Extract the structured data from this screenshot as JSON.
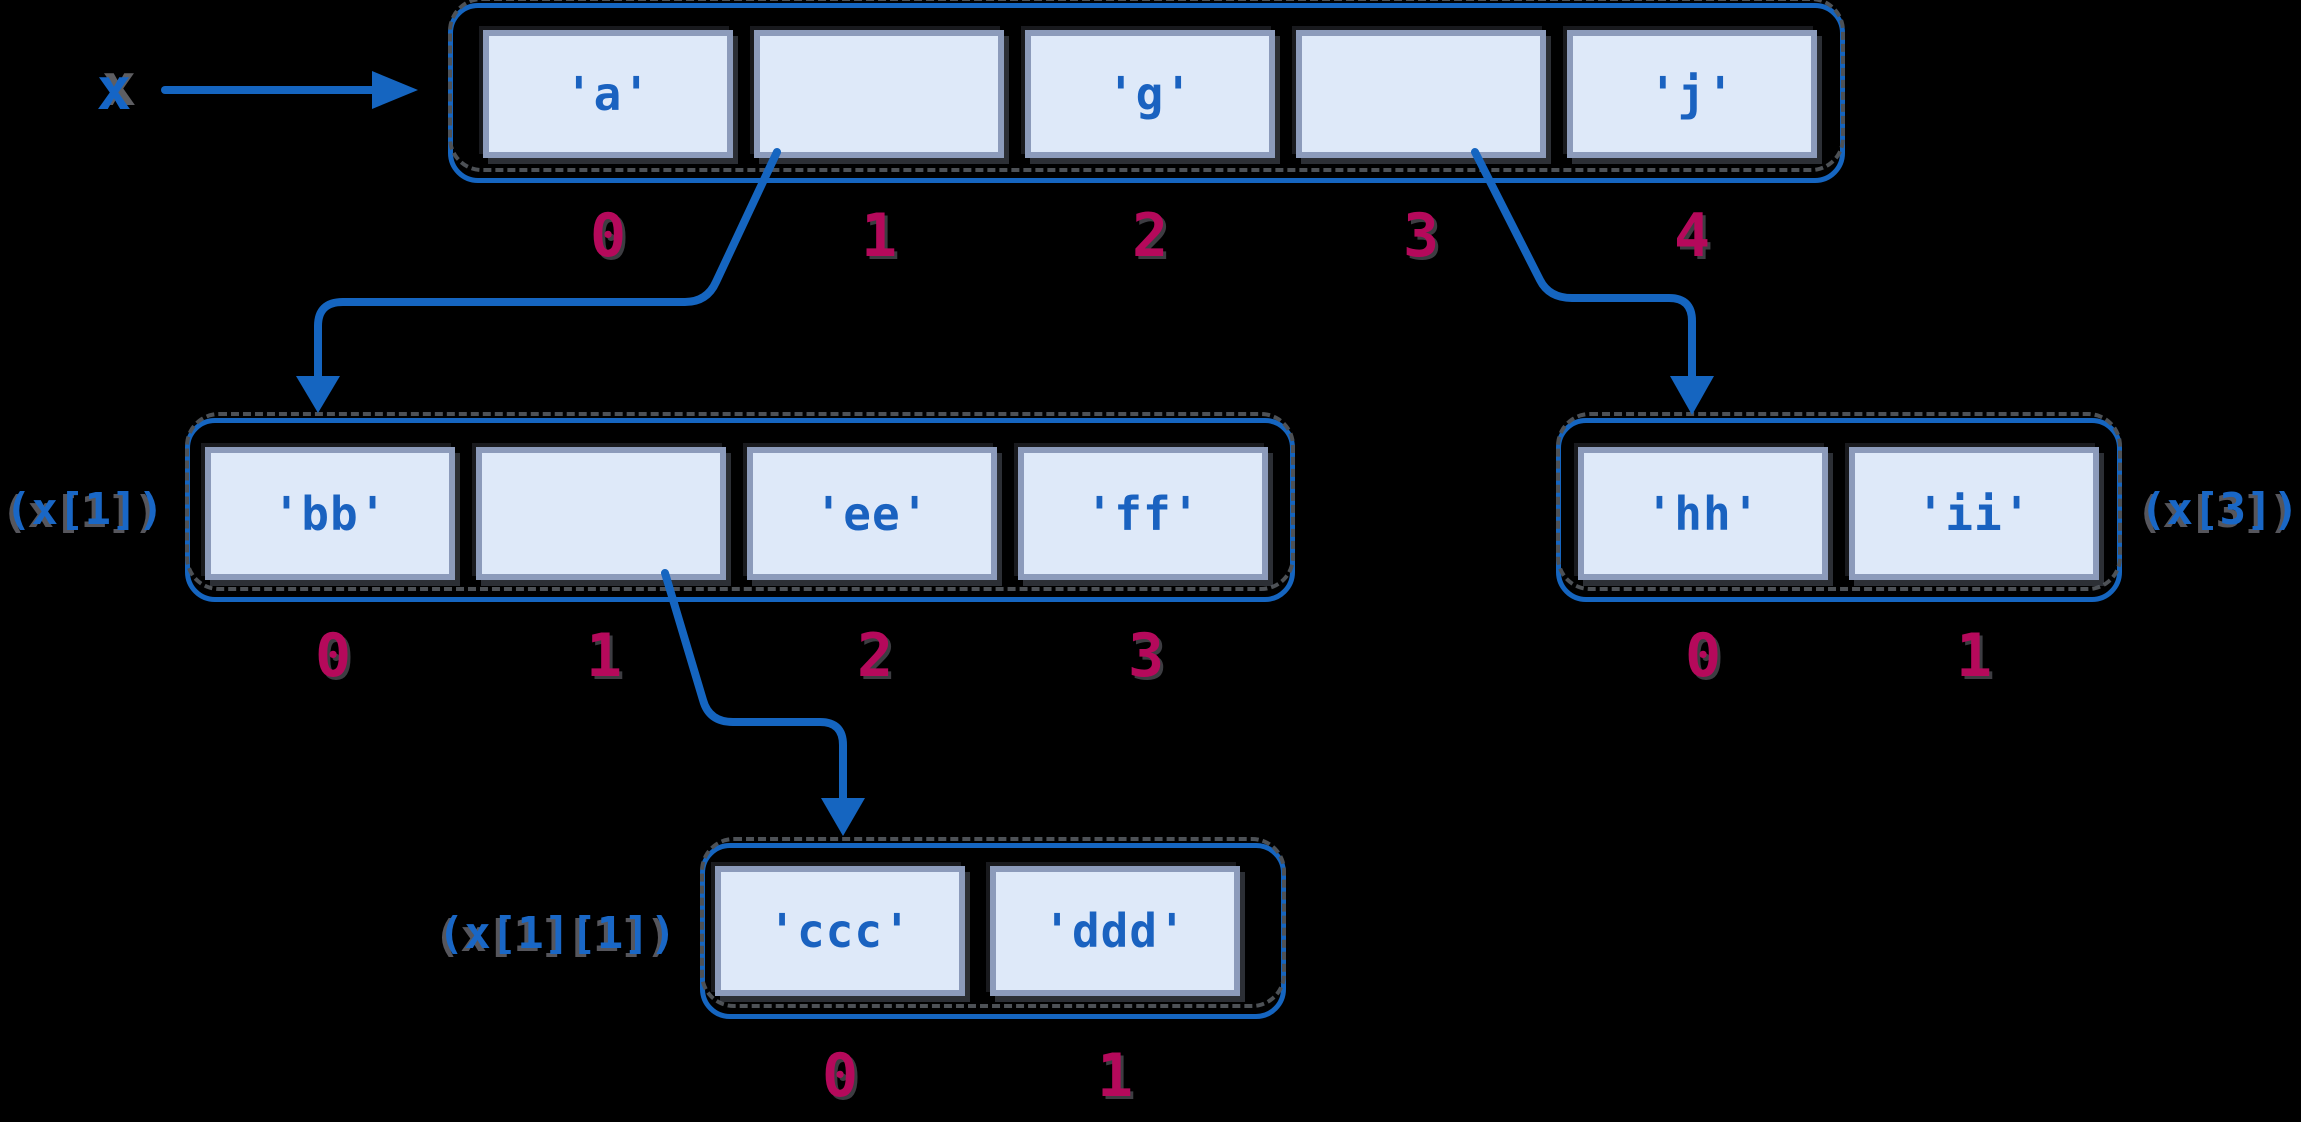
{
  "variable_label": "x",
  "lists": {
    "top": {
      "name": "x",
      "cells": [
        "'a'",
        "",
        "'g'",
        "",
        "'j'"
      ],
      "indices": [
        "0",
        "1",
        "2",
        "3",
        "4"
      ]
    },
    "x1": {
      "name": "x[1]",
      "label": "(x[1])",
      "cells": [
        "'bb'",
        "",
        "'ee'",
        "'ff'"
      ],
      "indices": [
        "0",
        "1",
        "2",
        "3"
      ]
    },
    "x3": {
      "name": "x[3]",
      "label": "(x[3])",
      "cells": [
        "'hh'",
        "'ii'"
      ],
      "indices": [
        "0",
        "1"
      ]
    },
    "x11": {
      "name": "x[1][1]",
      "label": "(x[1][1])",
      "cells": [
        "'ccc'",
        "'ddd'"
      ],
      "indices": [
        "0",
        "1"
      ]
    }
  },
  "connections": [
    {
      "from": "variable x",
      "to": "top list"
    },
    {
      "from": "top list slot 1",
      "to": "list (x[1])"
    },
    {
      "from": "top list slot 3",
      "to": "list (x[3])"
    },
    {
      "from": "list (x[1]) slot 1",
      "to": "list (x[1][1])"
    }
  ],
  "colors": {
    "background": "#000000",
    "connector_blue": "#1565c0",
    "cell_fill": "#dee9f9",
    "cell_border": "#8c9bbb",
    "cell_text": "#1a62c0",
    "index_text": "#b5095b",
    "label_text": "#1967c6"
  }
}
